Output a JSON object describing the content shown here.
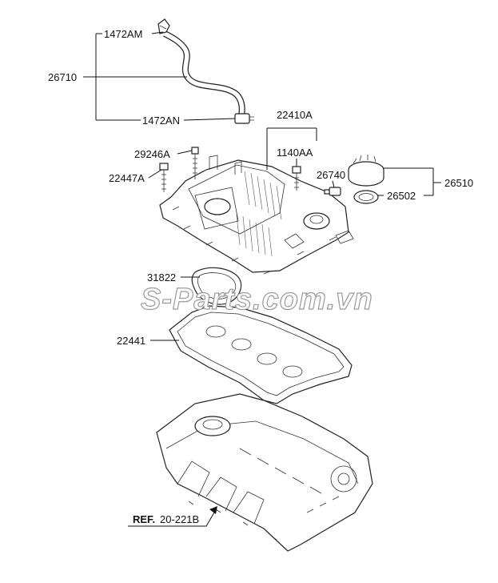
{
  "labels": {
    "p1472AM": "1472AM",
    "p26710": "26710",
    "p1472AN": "1472AN",
    "p22410A": "22410A",
    "p29246A": "29246A",
    "p1140AA": "1140AA",
    "p22447A": "22447A",
    "p26740": "26740",
    "p26510": "26510",
    "p26502": "26502",
    "p31822": "31822",
    "p22441": "22441",
    "ref_prefix": "REF.",
    "ref_number": "20-221B"
  },
  "watermark": "S-Parts.com.vn",
  "colors": {
    "line": "#111111",
    "watermark_outline": "#9a9a9a",
    "background": "#ffffff"
  }
}
